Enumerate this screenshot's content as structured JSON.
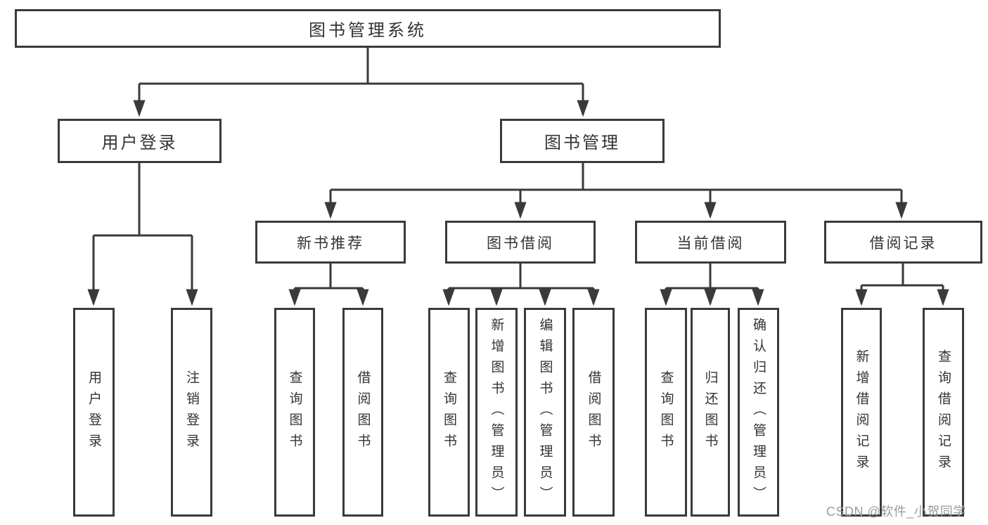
{
  "nodes": {
    "root": "图书管理系统",
    "level2": [
      "用户登录",
      "图书管理"
    ],
    "level3": [
      "新书推荐",
      "图书借阅",
      "当前借阅",
      "借阅记录"
    ],
    "level4": {
      "user_login_children": [
        "用户登录",
        "注销登录"
      ],
      "new_book_children": [
        "查询图书",
        "借阅图书"
      ],
      "book_borrow_children": [
        "查询图书",
        "新增图书（管理员）",
        "编辑图书（管理员）",
        "借阅图书"
      ],
      "current_borrow_children": [
        "查询图书",
        "归还图书",
        "确认归还（管理员）"
      ],
      "borrow_record_children": [
        "新增借阅记录",
        "查询借阅记录"
      ]
    }
  },
  "watermark": "CSDN @软件_小贺同学",
  "colors": {
    "line": "#3a3a3a",
    "text": "#333333",
    "watermark": "#9b9b9b",
    "background": "#ffffff"
  }
}
